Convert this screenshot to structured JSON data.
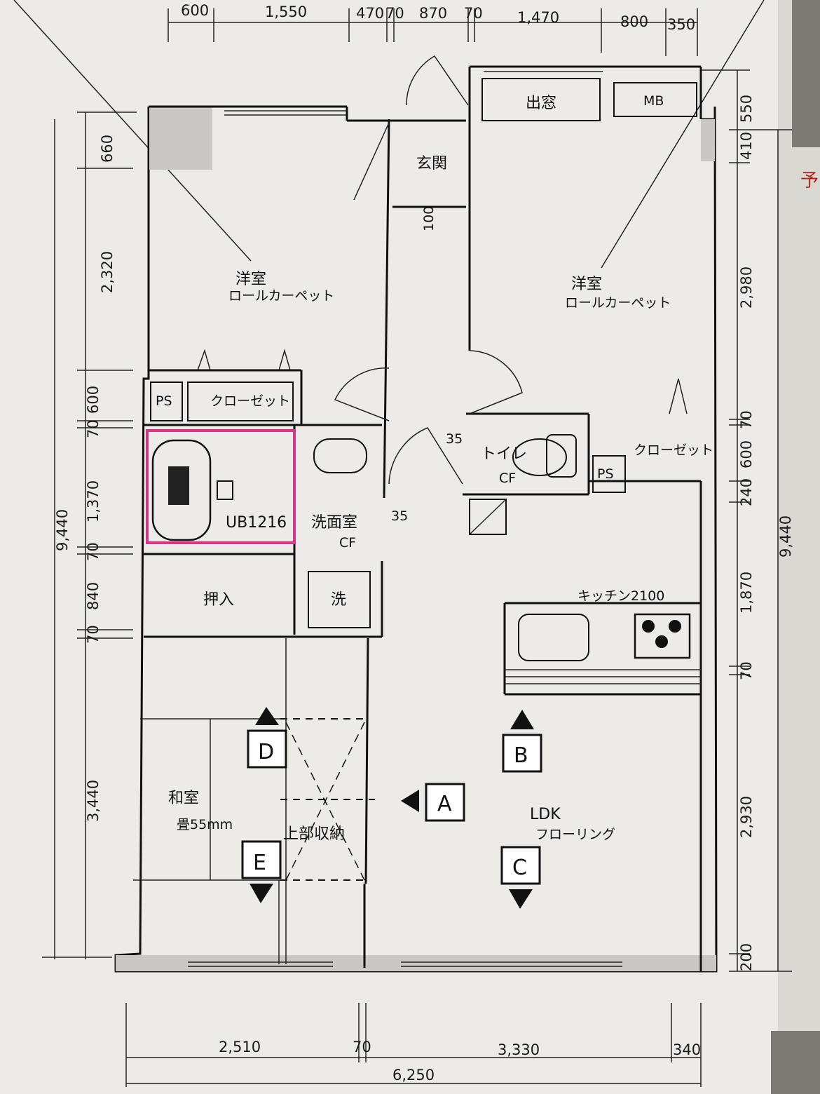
{
  "colors": {
    "paper": "#ecebe7",
    "ink": "#111111",
    "highlight": "#d8338a",
    "edge_text": "#b0261c"
  },
  "top_dims": [
    "600",
    "1,550",
    "470",
    "70",
    "870",
    "70",
    "1,470",
    "800",
    "350"
  ],
  "bottom_dims": [
    "2,510",
    "70",
    "3,330",
    "340"
  ],
  "total_width": "6,250",
  "left_dims": [
    "660",
    "2,320",
    "600",
    "70",
    "1,370",
    "70",
    "840",
    "70",
    "3,440"
  ],
  "left_total": "9,440",
  "right_dims": [
    "550",
    "410",
    "2,980",
    "70",
    "600",
    "240",
    "1,870",
    "70",
    "2,930",
    "200"
  ],
  "right_total": "9,440",
  "rooms": {
    "west_room": {
      "name": "洋室",
      "floor": "ロールカーペット"
    },
    "east_room": {
      "name": "洋室",
      "floor": "ロールカーペット"
    },
    "entrance": "玄関",
    "bay_window": "出窓",
    "meter_box": "MB",
    "ps_west": "PS",
    "ps_east": "PS",
    "closet_west": "クローゼット",
    "closet_east": "クローゼット",
    "bath": "UB1216",
    "washroom": {
      "name": "洗面室",
      "floor": "CF"
    },
    "toilet": {
      "name": "トイレ",
      "floor": "CF"
    },
    "washer": "洗",
    "oshiire": "押入",
    "washitsu": {
      "name": "和室",
      "floor": "畳55mm"
    },
    "upper_storage": "上部収納",
    "ldk": {
      "name": "LDK",
      "floor": "フローリング"
    },
    "kitchen": "キッチン2100"
  },
  "small_dims": {
    "entry_step": "100",
    "toilet_top": "35",
    "wash_side": "35"
  },
  "view_markers": [
    "A",
    "B",
    "C",
    "D",
    "E"
  ],
  "edge_text": "予"
}
